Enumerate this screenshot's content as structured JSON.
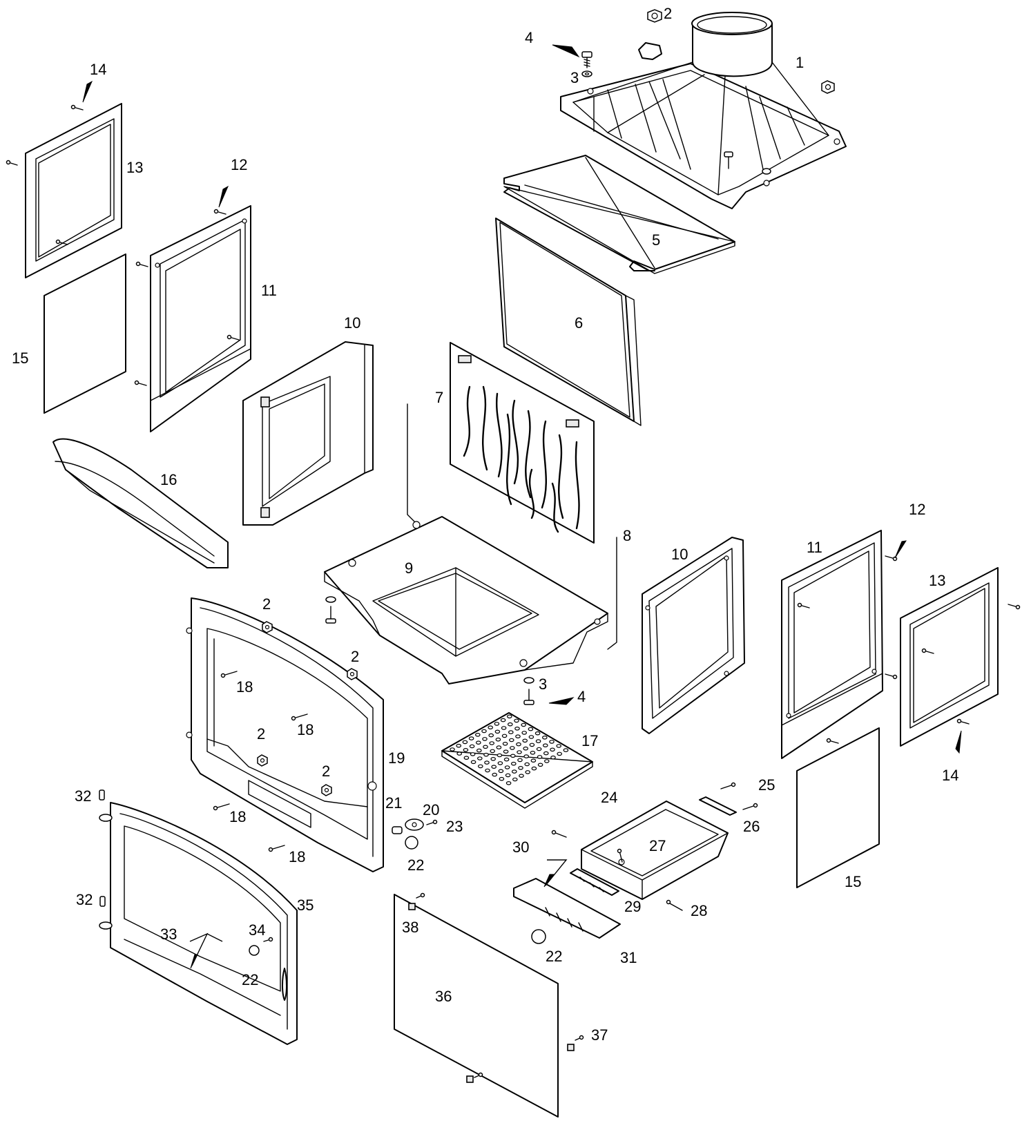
{
  "diagram": {
    "background": "#ffffff",
    "line_color": "#000000",
    "callouts": {
      "c1": "1",
      "c2_top": "2",
      "c3_top": "3",
      "c4_top": "4",
      "c5": "5",
      "c6": "6",
      "c7": "7",
      "c8": "8",
      "c9": "9",
      "c10_left": "10",
      "c10_right": "10",
      "c11_left": "11",
      "c11_right": "11",
      "c12_left": "12",
      "c12_right": "12",
      "c13_left": "13",
      "c13_right": "13",
      "c14_left": "14",
      "c14_right": "14",
      "c15_left": "15",
      "c15_right": "15",
      "c16": "16",
      "c17": "17",
      "c2_face_a": "2",
      "c2_face_b": "2",
      "c2_face_c": "2",
      "c2_face_d": "2",
      "c3_bottom": "3",
      "c4_bottom": "4",
      "c18_a": "18",
      "c18_b": "18",
      "c18_c": "18",
      "c18_d": "18",
      "c19": "19",
      "c20": "20",
      "c21": "21",
      "c22_a": "22",
      "c22_b": "22",
      "c22_c": "22",
      "c23": "23",
      "c24": "24",
      "c25": "25",
      "c26": "26",
      "c27": "27",
      "c28": "28",
      "c29": "29",
      "c30": "30",
      "c31": "31",
      "c32_a": "32",
      "c32_b": "32",
      "c33": "33",
      "c34": "34",
      "c35": "35",
      "c36": "36",
      "c37": "37",
      "c38": "38"
    }
  }
}
